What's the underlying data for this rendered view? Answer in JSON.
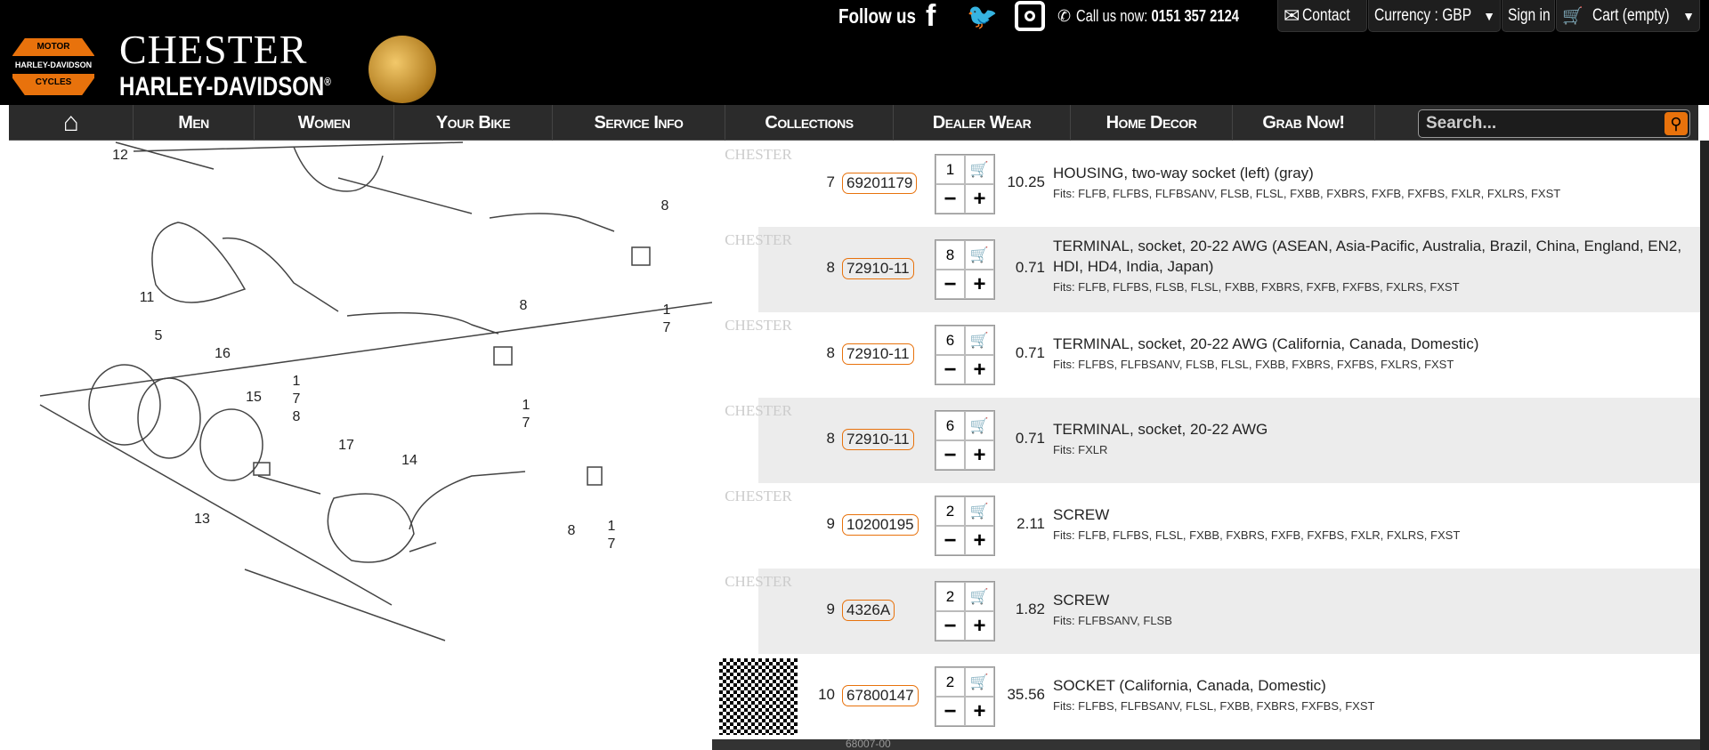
{
  "topbar": {
    "follow_label": "Follow us",
    "social": [
      "facebook-icon",
      "twitter-icon",
      "instagram-icon"
    ],
    "call_label": "Call us now:",
    "phone": "0151 357 2124",
    "contact": "Contact",
    "currency": "Currency : GBP",
    "signin": "Sign in",
    "cart": "Cart (empty)"
  },
  "brand": {
    "badge_top": "MOTOR",
    "badge_mid": "HARLEY-DAVIDSON",
    "badge_bot": "CYCLES",
    "title1": "CHESTER",
    "title2": "HARLEY-DAVIDSON",
    "reg": "®"
  },
  "nav": {
    "items": [
      "Men",
      "Women",
      "Your Bike",
      "Service Info",
      "Collections",
      "Dealer Wear",
      "Home Decor",
      "Grab Now!"
    ],
    "search_placeholder": "Search..."
  },
  "diagram": {
    "labels": [
      "12",
      "8",
      "11",
      "1",
      "7",
      "8",
      "5",
      "16",
      "1",
      "7",
      "15",
      "1",
      "7",
      "8",
      "17",
      "14",
      "13",
      "8",
      "1",
      "7"
    ]
  },
  "rows": [
    {
      "idx": "7",
      "part": "69201179",
      "qty": "1",
      "price": "10.25",
      "desc": "HOUSING, two-way socket (left) (gray)",
      "fits": "Fits: FLFB, FLFBS, FLFBSANV, FLSB, FLSL, FXBB, FXBRS, FXFB, FXFBS, FXLR, FXLRS, FXST"
    },
    {
      "idx": "8",
      "part": "72910-11",
      "qty": "8",
      "price": "0.71",
      "desc": "TERMINAL, socket, 20-22 AWG (ASEAN, Asia-Pacific, Australia, Brazil, China, England, EN2, HDI, HD4, India, Japan)",
      "fits": "Fits: FLFB, FLFBS, FLSB, FLSL, FXBB, FXBRS, FXFB, FXFBS, FXLRS, FXST"
    },
    {
      "idx": "8",
      "part": "72910-11",
      "qty": "6",
      "price": "0.71",
      "desc": "TERMINAL, socket, 20-22 AWG (California, Canada, Domestic)",
      "fits": "Fits: FLFBS, FLFBSANV, FLSB, FLSL, FXBB, FXBRS, FXFBS, FXLRS, FXST"
    },
    {
      "idx": "8",
      "part": "72910-11",
      "qty": "6",
      "price": "0.71",
      "desc": "TERMINAL, socket, 20-22 AWG",
      "fits": "Fits: FXLR"
    },
    {
      "idx": "9",
      "part": "10200195",
      "qty": "2",
      "price": "2.11",
      "desc": "SCREW",
      "fits": "Fits: FLFB, FLFBS, FLSL, FXBB, FXBRS, FXFB, FXFBS, FXLR, FXLRS, FXST"
    },
    {
      "idx": "9",
      "part": "4326A",
      "qty": "2",
      "price": "1.82",
      "desc": "SCREW",
      "fits": "Fits: FLFBSANV, FLSB"
    },
    {
      "idx": "10",
      "part": "67800147",
      "qty": "2",
      "price": "35.56",
      "desc": "SOCKET (California, Canada, Domestic)",
      "fits": "Fits: FLFBS, FLFBSANV, FLSL, FXBB, FXBRS, FXFBS, FXST"
    }
  ],
  "thumb_watermark": "CHESTER",
  "partial_next": "68007-00",
  "colors": {
    "accent": "#e8720c",
    "nav": "#2b2b2b",
    "row_alt": "#ececec"
  }
}
